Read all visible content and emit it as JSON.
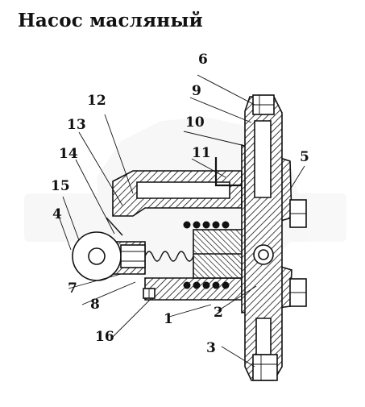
{
  "title": "Насос масляный",
  "callouts": {
    "n1": "1",
    "n2": "2",
    "n3": "3",
    "n4": "4",
    "n5": "5",
    "n6": "6",
    "n7": "7",
    "n8": "8",
    "n9": "9",
    "n10": "10",
    "n11": "11",
    "n12": "12",
    "n13": "13",
    "n14": "14",
    "n15": "15",
    "n16": "16"
  }
}
